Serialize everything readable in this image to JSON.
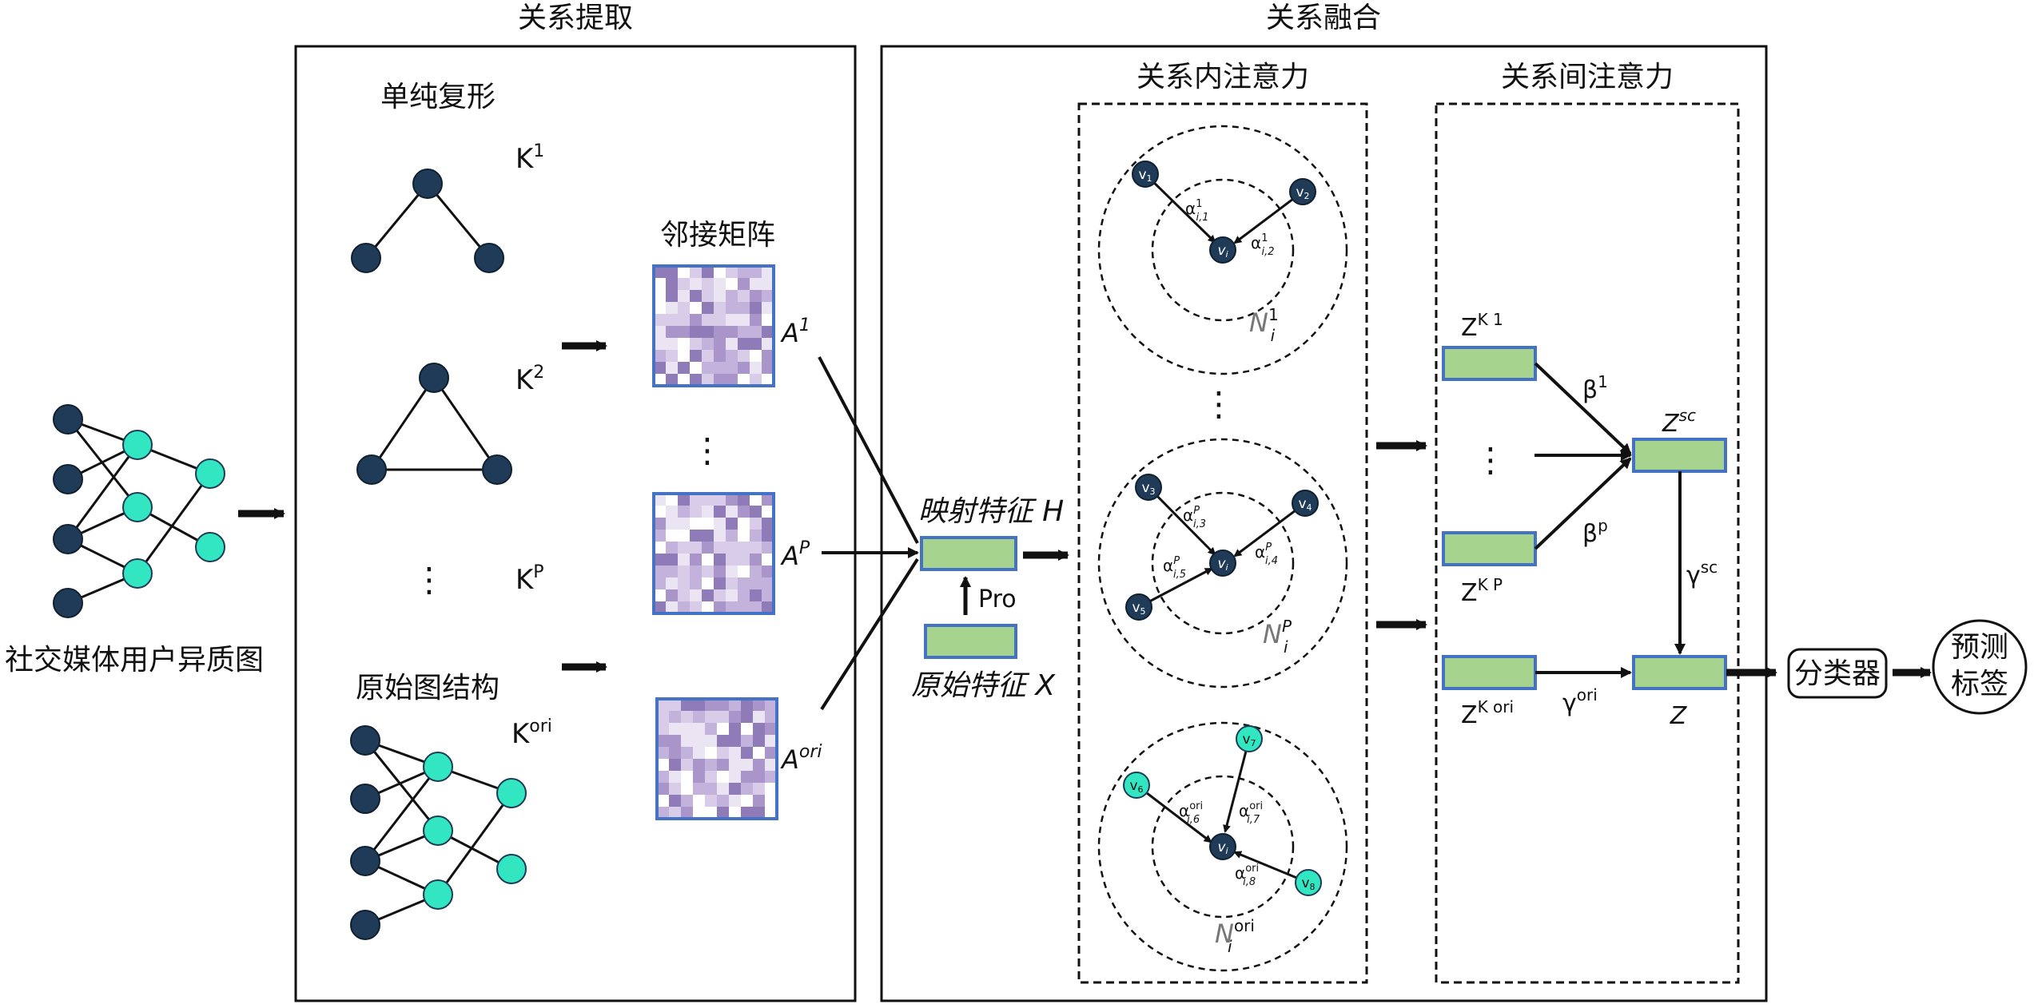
{
  "titles": {
    "extraction": "关系提取",
    "fusion": "关系融合",
    "intra": "关系内注意力",
    "inter": "关系间注意力"
  },
  "labels": {
    "input_graph": "社交媒体用户异质图",
    "simplex": "单纯复形",
    "adjacency": "邻接矩阵",
    "original_structure": "原始图结构",
    "mapped_feature": "映射特征 H",
    "original_feature": "原始特征 X",
    "pro": "Pro",
    "classifier": "分类器",
    "predict_label_line1": "预测",
    "predict_label_line2": "标签",
    "dots": "⋮"
  },
  "math": {
    "k1": "K",
    "k1_sup": "1",
    "k2": "K",
    "k2_sup": "2",
    "kp": "K",
    "kp_sup": "P",
    "kori": "K",
    "kori_sup": "ori",
    "a1": "A",
    "a1_sup": "1",
    "ap": "A",
    "ap_sup": "P",
    "aori": "A",
    "aori_sup": "ori",
    "zk1": "Z",
    "zk1_sup": "K 1",
    "zkp": "Z",
    "zkp_sup": "K P",
    "zkori": "Z",
    "zkori_sup": "K ori",
    "zsc": "Z",
    "zsc_sup": "sc",
    "z": "Z",
    "beta1": "β",
    "beta1_sup": "1",
    "betap": "β",
    "betap_sup": "p",
    "gamma_sc": "γ",
    "gamma_sc_sup": "sc",
    "gamma_ori": "γ",
    "gamma_ori_sup": "ori",
    "n1": "N",
    "n1_sup": "1",
    "n1_sub": "i",
    "np": "N",
    "np_sup": "P",
    "np_sub": "i",
    "nori": "N",
    "nori_sup": "ori",
    "nori_sub": "i",
    "alpha": "α"
  },
  "attention_nodes": {
    "vi": "v",
    "vi_sub": "i",
    "v1": "v",
    "v1_sub": "1",
    "v2": "v",
    "v2_sub": "2",
    "v3": "v",
    "v3_sub": "3",
    "v4": "v",
    "v4_sub": "4",
    "v5": "v",
    "v5_sub": "5",
    "v6": "v",
    "v6_sub": "6",
    "v7": "v",
    "v7_sub": "7",
    "v8": "v",
    "v8_sub": "8"
  },
  "alpha_labels": {
    "a11_sub": "i,1",
    "a11_sup": "1",
    "a12_sub": "i,2",
    "a12_sup": "1",
    "ap3_sub": "i,3",
    "ap3_sup": "P",
    "ap4_sub": "i,4",
    "ap4_sup": "P",
    "ap5_sub": "i,5",
    "ap5_sup": "P",
    "ao6_sub": "i,6",
    "ao6_sup": "ori",
    "ao7_sub": "i,7",
    "ao7_sup": "ori",
    "ao8_sub": "i,8",
    "ao8_sup": "ori"
  },
  "colors": {
    "node_dark": "#1f3b57",
    "node_teal": "#33e6c2",
    "feature_fill": "#a6d38e",
    "feature_border": "#4472c4",
    "matrix_border": "#4472c4",
    "matrix_palette": [
      "#ffffff",
      "#ebe4f2",
      "#d8cce8",
      "#c3b3dc",
      "#a995ca",
      "#8f7bb8"
    ]
  }
}
